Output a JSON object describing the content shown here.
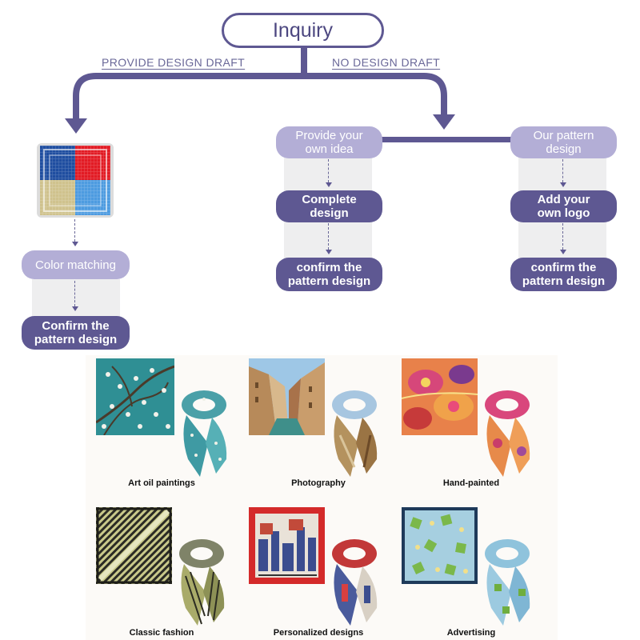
{
  "flow": {
    "start": "Inquiry",
    "left_branch_label": "PROVIDE DESIGN DRAFT",
    "right_branch_label": "NO DESIGN DRAFT",
    "left_column": {
      "step1": "Color matching",
      "step2_line1": "Confirm the",
      "step2_line2": "pattern design"
    },
    "middle_column": {
      "step1_line1": "Provide your",
      "step1_line2": "own idea",
      "step2_line1": "Complete",
      "step2_line2": "design",
      "step3_line1": "confirm the",
      "step3_line2": "pattern design"
    },
    "right_column": {
      "step1_line1": "Our pattern",
      "step1_line2": "design",
      "step2_line1": "Add your",
      "step2_line2": "own logo",
      "step3_line1": "confirm the",
      "step3_line2": "pattern design"
    }
  },
  "gallery": {
    "items": [
      {
        "caption": "Art oil paintings",
        "icon": "almond-blossom-painting"
      },
      {
        "caption": "Photography",
        "icon": "venice-canal-photo"
      },
      {
        "caption": "Hand-painted",
        "icon": "hand-painted-floral"
      },
      {
        "caption": "Classic fashion",
        "icon": "classic-stripe-pattern"
      },
      {
        "caption": "Personalized designs",
        "icon": "personalized-city-print"
      },
      {
        "caption": "Advertising",
        "icon": "advertising-logo-pattern"
      }
    ]
  },
  "colors": {
    "dark_purple": "#5e5892",
    "light_purple": "#b3aed6",
    "line_purple": "#6a6898"
  }
}
